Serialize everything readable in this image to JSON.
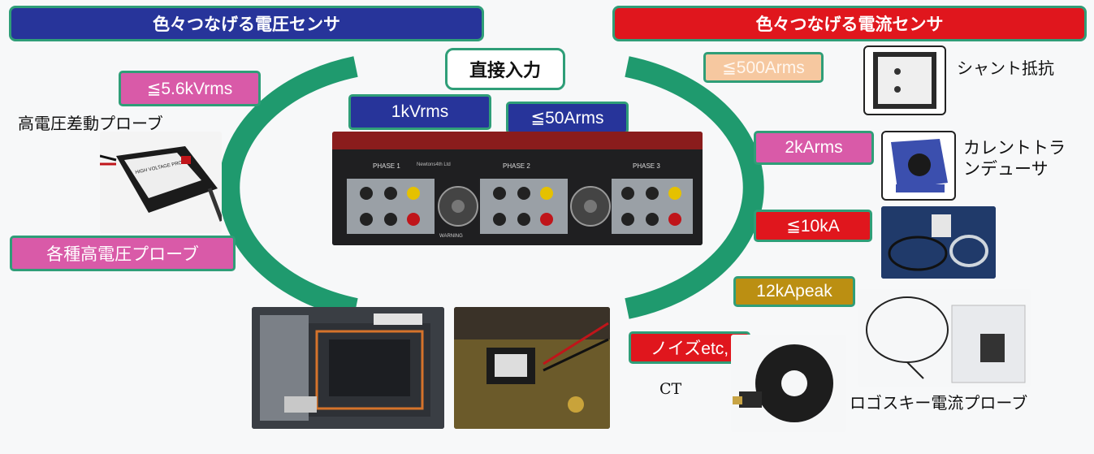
{
  "left_header": "色々つなげる電圧センサ",
  "right_header": "色々つなげる電流センサ",
  "center": {
    "direct_input": "直接入力",
    "voltage_tag": "1kVrms",
    "current_tag": "≦50Arms"
  },
  "left": {
    "tag_56kv": "≦5.6kVrms",
    "label_diff_probe": "高電圧差動プローブ",
    "tag_various": "各種高電圧プローブ"
  },
  "right": {
    "tag_500a": "≦500Arms",
    "label_shunt": "シャント抵抗",
    "tag_2ka": "2kArms",
    "label_ct_line1": "カレントトラ",
    "label_ct_line2": "ンデューサ",
    "tag_10ka": "≦10kA",
    "tag_12ka": "12kApeak",
    "tag_noise": "ノイズetc,",
    "label_ct": "CT",
    "label_rogowski": "ロゴスキー電流プローブ"
  },
  "device": {
    "phase1": "PHASE 1",
    "phase2": "PHASE 2",
    "phase3": "PHASE 3",
    "warning": "WARNING",
    "brand": "Newtons4th Ltd"
  },
  "probe_text": "HIGH VOLTAGE PROBE",
  "colors": {
    "blue": "#27349a",
    "red": "#e0161d",
    "pink": "#d95aa8",
    "teal": "#2f9e78",
    "gold": "#bb8f12",
    "peach": "#f6c8a0"
  }
}
